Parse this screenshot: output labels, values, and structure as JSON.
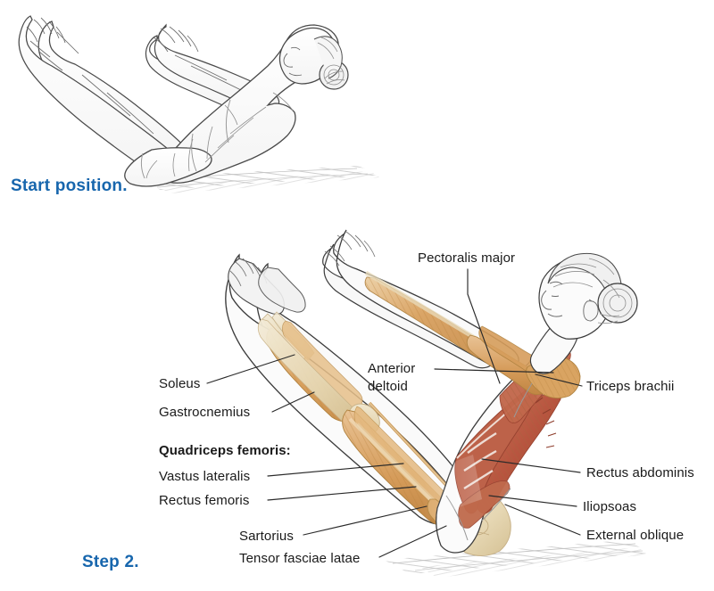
{
  "figure": {
    "title_visible": false,
    "type": "anatomical-exercise-illustration",
    "panels": [
      {
        "id": "start",
        "caption": "Start position.",
        "style": "line-art-grayscale"
      },
      {
        "id": "step2",
        "caption": "Step 2.",
        "style": "anatomical-cutaway-color"
      }
    ]
  },
  "captions": {
    "start": "Start position.",
    "step2": "Step 2.",
    "color": "#1766ad"
  },
  "labels": {
    "pectoralis_major": "Pectoralis major",
    "anterior_deltoid_line1": "Anterior",
    "anterior_deltoid_line2": "deltoid",
    "triceps_brachii": "Triceps brachii",
    "soleus": "Soleus",
    "gastrocnemius": "Gastrocnemius",
    "quadriceps_heading": "Quadriceps femoris:",
    "vastus_lateralis": "Vastus lateralis",
    "rectus_femoris": "Rectus femoris",
    "sartorius": "Sartorius",
    "tensor_fasciae_latae": "Tensor fasciae latae",
    "rectus_abdominis": "Rectus abdominis",
    "iliopsoas": "Iliopsoas",
    "external_oblique": "External oblique"
  },
  "palette": {
    "muscle_tan": "#d9a15f",
    "muscle_tan_light": "#e8c392",
    "muscle_red": "#b8553f",
    "muscle_red_light": "#c9704f",
    "bone_cream": "#ece0c4",
    "bone_cream_dark": "#ddcba4",
    "skin_line": "#4a4a4a",
    "outline": "#3c3c3c",
    "shade_gray": "#cfcfcf",
    "label_text": "#1a1a1a",
    "caption_blue": "#1766ad",
    "background": "#ffffff"
  }
}
